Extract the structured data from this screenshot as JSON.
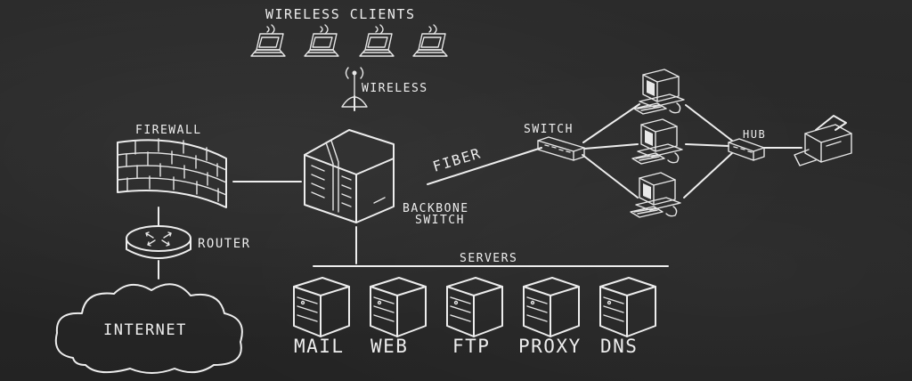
{
  "labels": {
    "wireless_clients": "WIRELESS CLIENTS",
    "wireless": "WIRELESS",
    "firewall": "FIREWALL",
    "router": "ROUTER",
    "internet": "INTERNET",
    "backbone": "BACKBONE",
    "switch_lower": "SWITCH",
    "fiber": "FIBER",
    "switch": "SWITCH",
    "hub": "HUB",
    "servers": "SERVERS"
  },
  "servers": [
    "MAIL",
    "WEB",
    "FTP",
    "PROXY",
    "DNS"
  ],
  "icons": {
    "laptop": "laptop-icon",
    "antenna": "antenna-icon",
    "firewall": "brick-wall-icon",
    "router": "router-icon",
    "cloud": "cloud-icon",
    "backbone": "server-rack-icon",
    "switch": "network-switch-icon",
    "hub": "network-hub-icon",
    "computer": "desktop-computer-icon",
    "printer": "printer-icon",
    "server": "server-tower-icon"
  },
  "colors": {
    "background": "#262626",
    "chalk": "#ededed"
  }
}
